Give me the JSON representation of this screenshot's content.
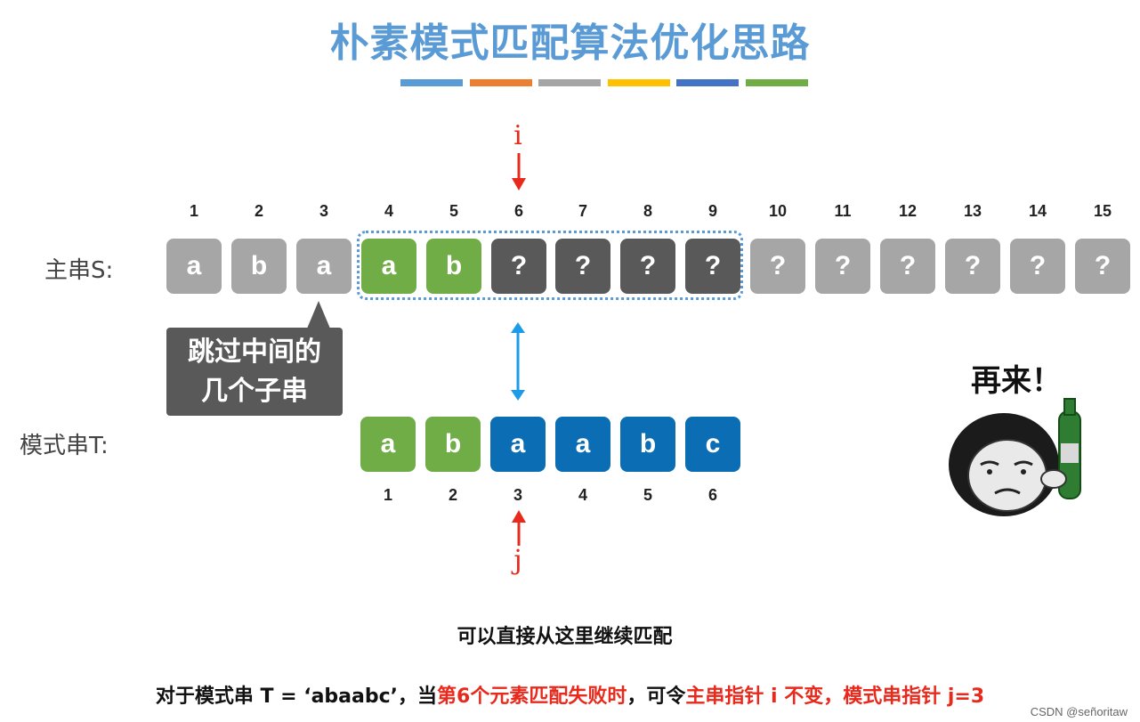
{
  "title": "朴素模式匹配算法优化思路",
  "stripes": [
    "#5b9bd5",
    "#ed7d31",
    "#a5a5a5",
    "#ffc000",
    "#4472c4",
    "#70ad47"
  ],
  "pointer_i": "i",
  "pointer_j": "j",
  "main_string": {
    "label": "主串S:",
    "indices": [
      "1",
      "2",
      "3",
      "4",
      "5",
      "6",
      "7",
      "8",
      "9",
      "10",
      "11",
      "12",
      "13",
      "14",
      "15"
    ],
    "cells": [
      {
        "char": "a",
        "state": "light-gray"
      },
      {
        "char": "b",
        "state": "light-gray"
      },
      {
        "char": "a",
        "state": "light-gray"
      },
      {
        "char": "a",
        "state": "green"
      },
      {
        "char": "b",
        "state": "green"
      },
      {
        "char": "?",
        "state": "dark-gray"
      },
      {
        "char": "?",
        "state": "dark-gray"
      },
      {
        "char": "?",
        "state": "dark-gray"
      },
      {
        "char": "?",
        "state": "dark-gray"
      },
      {
        "char": "?",
        "state": "light-gray"
      },
      {
        "char": "?",
        "state": "light-gray"
      },
      {
        "char": "?",
        "state": "light-gray"
      },
      {
        "char": "?",
        "state": "light-gray"
      },
      {
        "char": "?",
        "state": "light-gray"
      },
      {
        "char": "?",
        "state": "light-gray"
      }
    ]
  },
  "pattern_string": {
    "label": "模式串T:",
    "indices": [
      "1",
      "2",
      "3",
      "4",
      "5",
      "6"
    ],
    "cells": [
      {
        "char": "a",
        "state": "green"
      },
      {
        "char": "b",
        "state": "green"
      },
      {
        "char": "a",
        "state": "blue"
      },
      {
        "char": "a",
        "state": "blue"
      },
      {
        "char": "b",
        "state": "blue"
      },
      {
        "char": "c",
        "state": "blue"
      }
    ]
  },
  "colors": {
    "light-gray": "#a6a6a6",
    "dark-gray": "#595959",
    "green": "#70ad47",
    "blue": "#0b6db3",
    "pointer": "#e8291c",
    "double_arrow": "#1e9be8"
  },
  "callout": [
    "跳过中间的",
    "几个子串"
  ],
  "sticker_caption": "再来！",
  "continue_text": "可以直接从这里继续匹配",
  "bottom_line": {
    "part1": "对于模式串 T = ‘abaabc’，当",
    "part2": "第6个元素匹配失败时",
    "part3": "，可令",
    "part4": "主串指针 i 不变，模式串指针 j=3"
  },
  "credit": "CSDN @señoritaw"
}
